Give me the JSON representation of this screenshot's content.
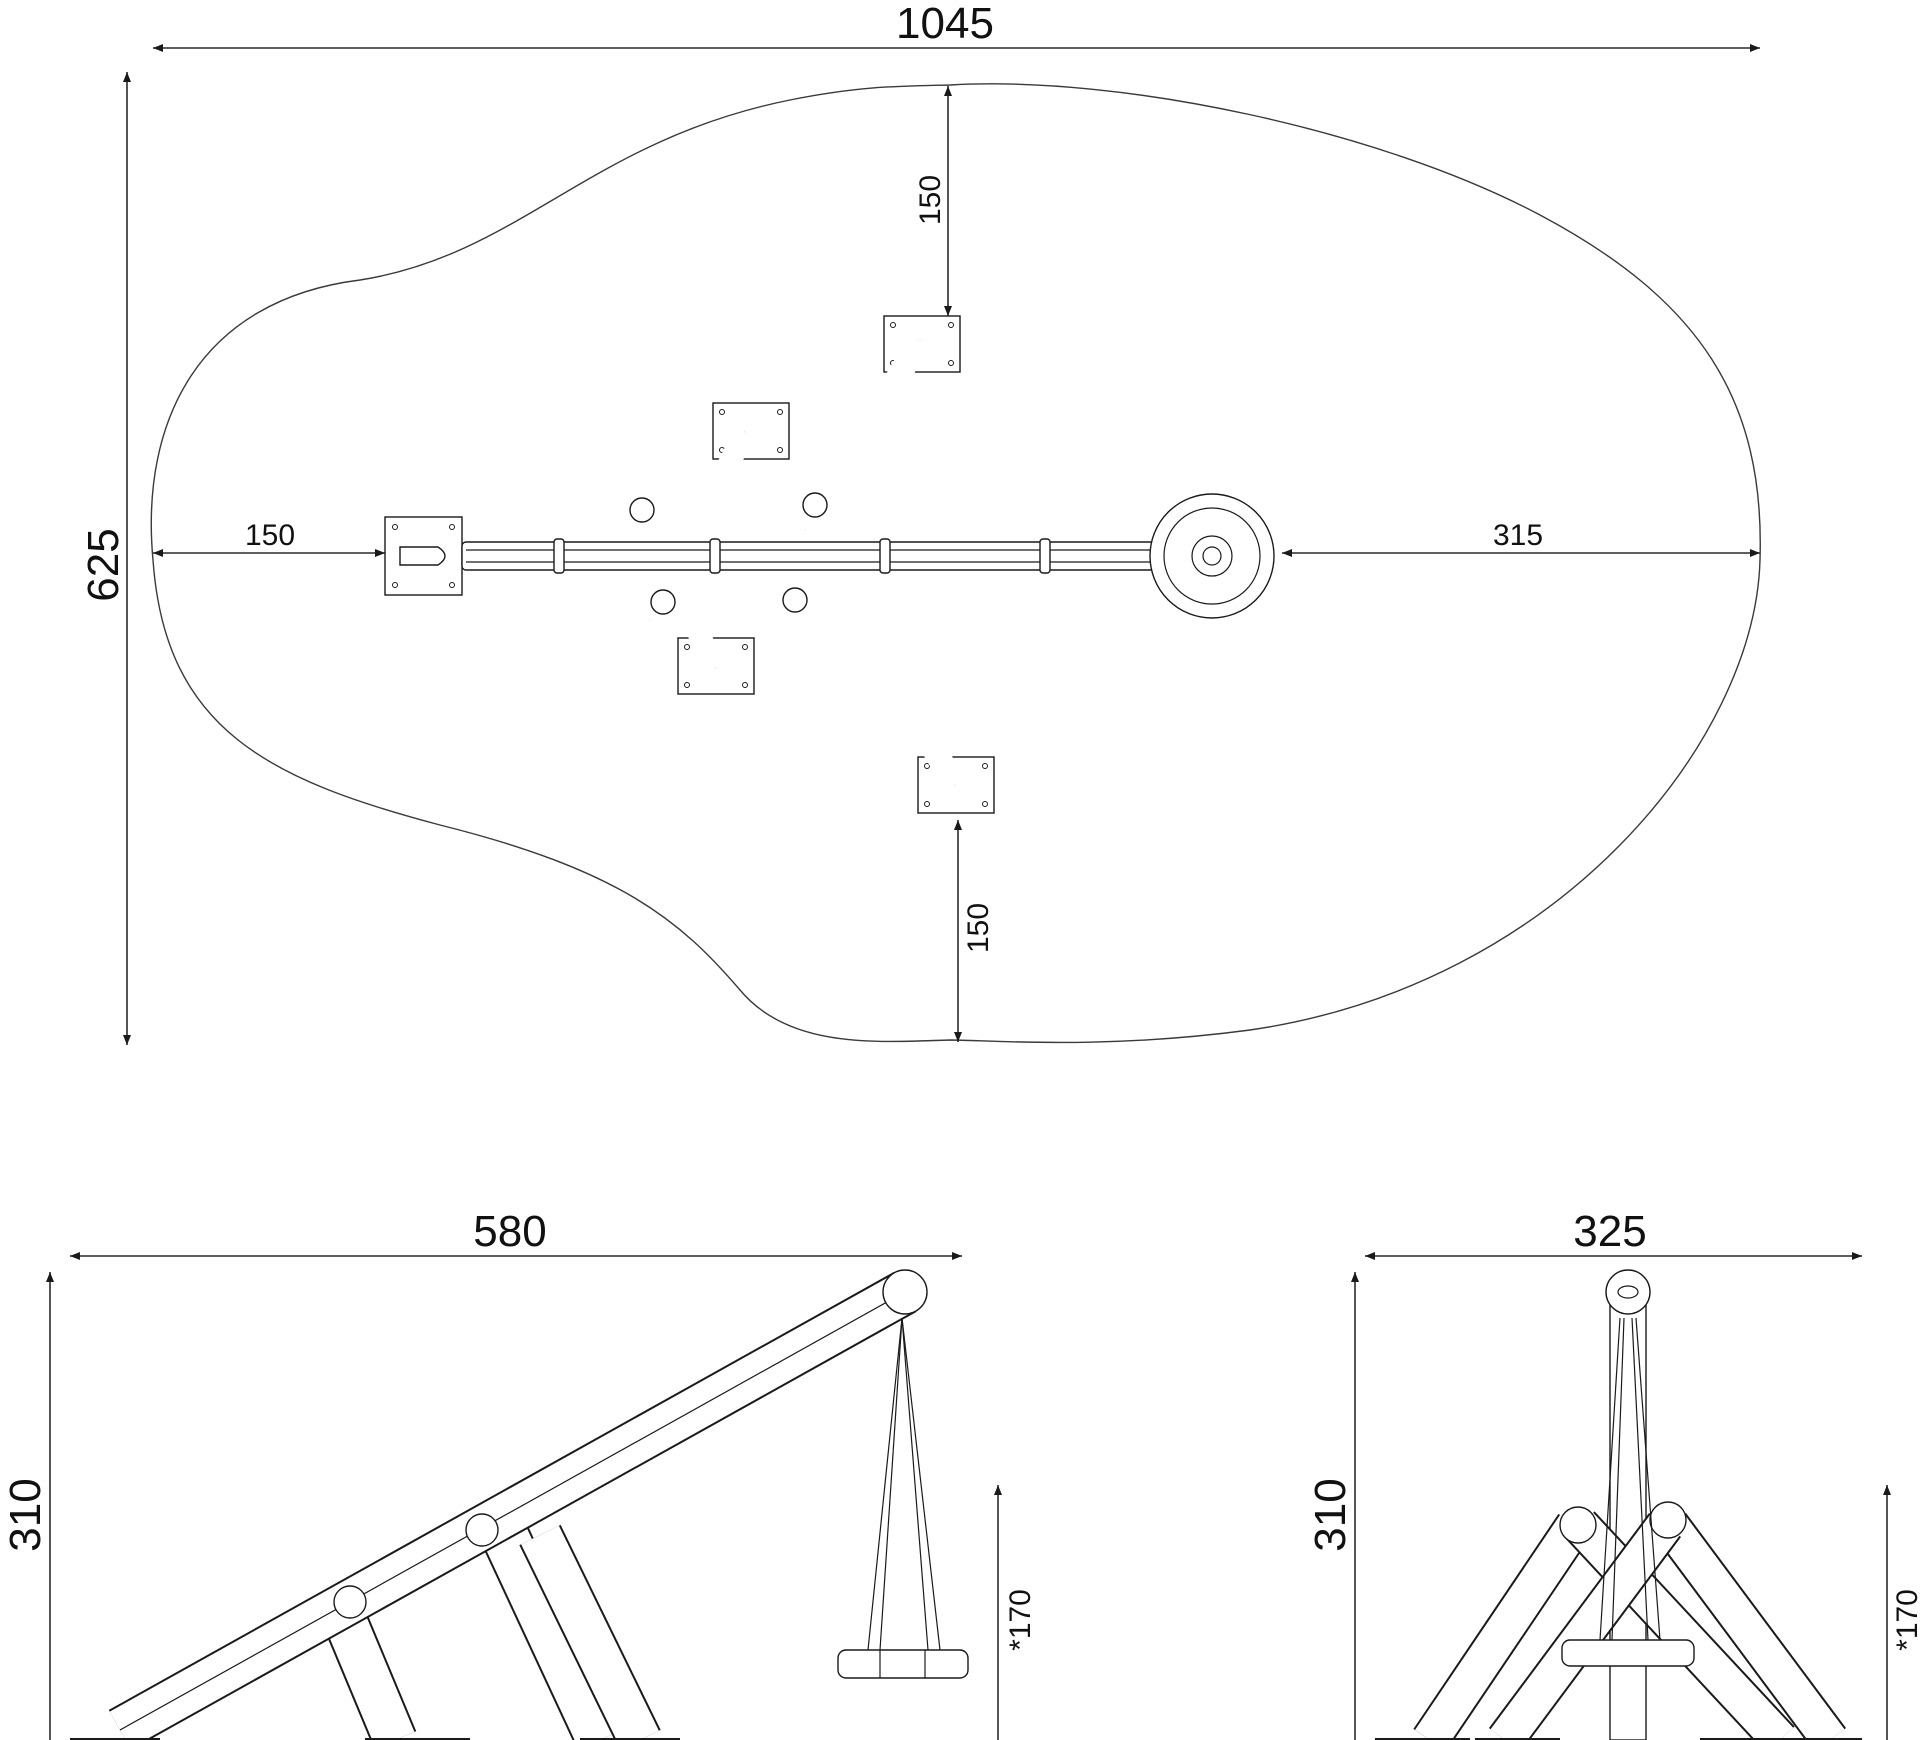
{
  "plan_view": {
    "width_label": "1045",
    "height_label": "625",
    "left_label": "150",
    "top_label": "150",
    "bottom_label": "150",
    "right_label": "315"
  },
  "side_view": {
    "width_label": "580",
    "height_label": "310",
    "seat_height_label": "*170"
  },
  "front_view": {
    "width_label": "325",
    "height_label": "310",
    "seat_height_label": "*170"
  }
}
